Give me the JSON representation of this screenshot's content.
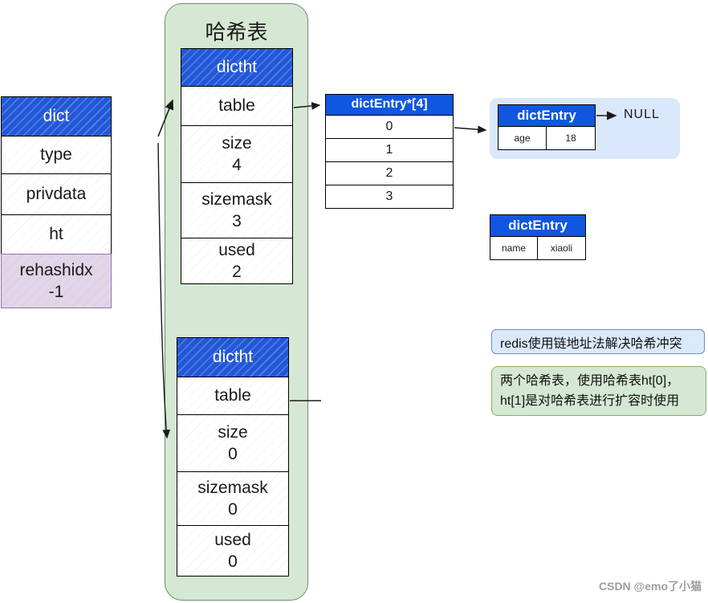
{
  "hash": {
    "title": "哈希表"
  },
  "dict": {
    "header": "dict",
    "rows": [
      "type",
      "privdata",
      "ht"
    ],
    "rehash": {
      "label": "rehashidx",
      "value": "-1"
    }
  },
  "ht0": {
    "header": "dictht",
    "rows": [
      {
        "label": "table",
        "value": ""
      },
      {
        "label": "size",
        "value": "4"
      },
      {
        "label": "sizemask",
        "value": "3"
      },
      {
        "label": "used",
        "value": "2"
      }
    ]
  },
  "ht1": {
    "header": "dictht",
    "rows": [
      {
        "label": "table",
        "value": ""
      },
      {
        "label": "size",
        "value": "0"
      },
      {
        "label": "sizemask",
        "value": "0"
      },
      {
        "label": "used",
        "value": "0"
      }
    ]
  },
  "array": {
    "header": "dictEntry*[4]",
    "slots": [
      "0",
      "1",
      "2",
      "3"
    ]
  },
  "entry_age": {
    "header": "dictEntry",
    "key": "age",
    "value": "18",
    "next_label": "NULL"
  },
  "entry_name": {
    "header": "dictEntry",
    "key": "name",
    "value": "xiaoli"
  },
  "notes": {
    "chain": "redis使用链地址法解决哈希冲突",
    "tables_line1": "两个哈希表，使用哈希表ht[0]，",
    "tables_line2": "ht[1]是对哈希表进行扩容时使用"
  },
  "watermark": {
    "text": "CSDN @emo了小猫"
  },
  "colors": {
    "header_blue": "#2257d8",
    "solid_blue": "#1156e0",
    "container_green": "#d5e8d4",
    "container_green_border": "#6d8a6d",
    "rehash_purple": "#e1d5e7",
    "rehash_purple_border": "#9673a6",
    "entry_bubble_blue": "#dae8fc",
    "note_blue": "#dbe9fb",
    "note_blue_border": "#6c8ebf",
    "note_green": "#d5e8d4",
    "note_green_border": "#82b366"
  }
}
